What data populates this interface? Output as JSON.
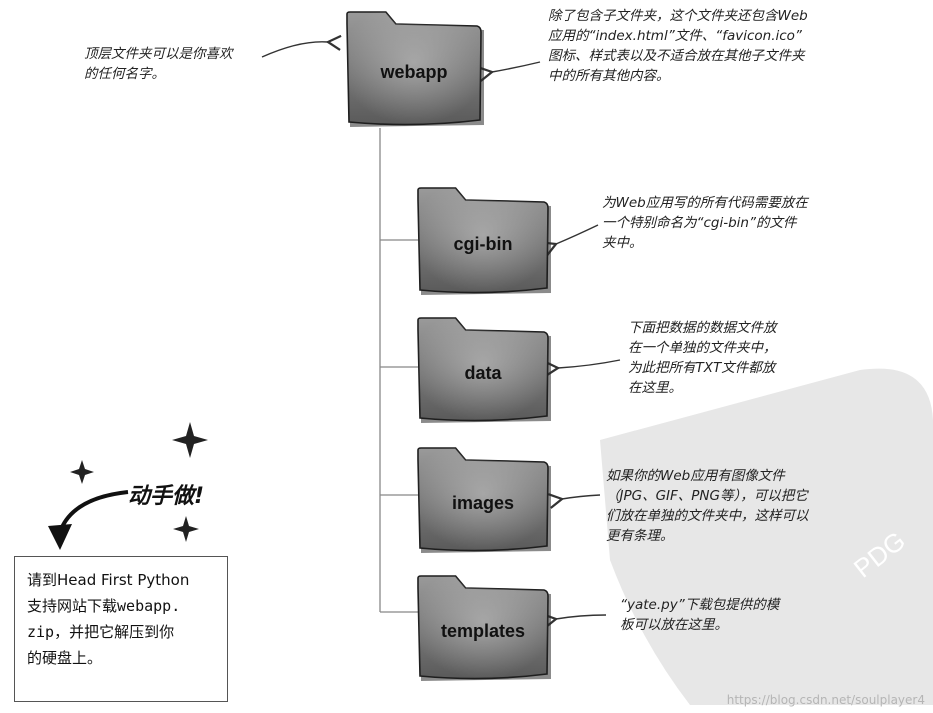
{
  "folders": [
    {
      "id": "webapp",
      "label": "webapp"
    },
    {
      "id": "cgi-bin",
      "label": "cgi-bin"
    },
    {
      "id": "data",
      "label": "data"
    },
    {
      "id": "images",
      "label": "images"
    },
    {
      "id": "templates",
      "label": "templates"
    }
  ],
  "notes": {
    "top_level": [
      "顶层文件夹可以是你喜欢",
      "的任何名字。"
    ],
    "webapp": [
      "除了包含子文件夹，这个文件夹还包含Web",
      "应用的“index.html”文件、“favicon.ico”",
      "图标、样式表以及不适合放在其他子文件夹",
      "中的所有其他内容。"
    ],
    "cgi_bin": [
      "为Web应用写的所有代码需要放在",
      "一个特别命名为“cgi-bin”的文件",
      "夹中。"
    ],
    "data": [
      "下面把数据的数据文件放",
      "在一个单独的文件夹中，",
      "为此把所有TXT文件都放",
      "在这里。"
    ],
    "images": [
      "如果你的Web应用有图像文件",
      "（JPG、GIF、PNG等），可以把它",
      "们放在单独的文件夹中，这样可以",
      "更有条理。"
    ],
    "templates": [
      "“yate.py”下载包提供的模",
      "板可以放在这里。"
    ]
  },
  "callout": {
    "label": "动手做!"
  },
  "tip": {
    "line1": "请到Head First Python",
    "line2": "支持网站下载",
    "code1": "webapp.",
    "code2": "zip",
    "line3": "，并把它解压到你",
    "line4": "的硬盘上。"
  },
  "watermark": {
    "url": "https://blog.csdn.net/soulplayer4",
    "pdg": "PDG"
  }
}
